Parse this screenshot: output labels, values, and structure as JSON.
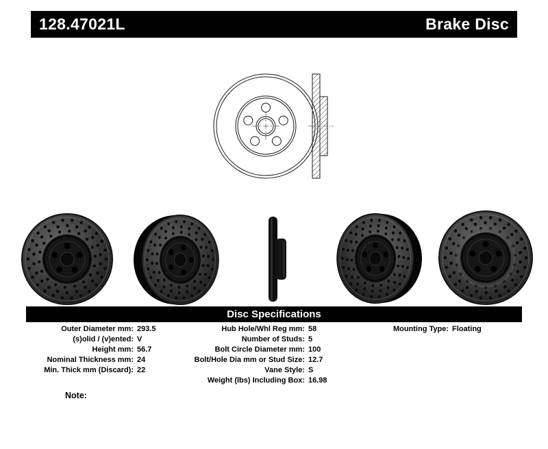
{
  "header": {
    "part_number": "128.47021L",
    "product_type": "Brake Disc"
  },
  "spec_section": {
    "title": "Disc Specifications"
  },
  "specs": {
    "left": [
      {
        "label": "Outer Diameter mm:",
        "value": "293.5"
      },
      {
        "label": "(s)olid / (v)ented:",
        "value": "V"
      },
      {
        "label": "Height mm:",
        "value": "56.7"
      },
      {
        "label": "Nominal Thickness mm:",
        "value": "24"
      },
      {
        "label": "Min. Thick mm (Discard):",
        "value": "22"
      }
    ],
    "middle": [
      {
        "label": "Hub Hole/Whl Reg mm:",
        "value": "58"
      },
      {
        "label": "Number of Studs:",
        "value": "5"
      },
      {
        "label": "Bolt Circle Diameter mm:",
        "value": "100"
      },
      {
        "label": "Bolt/Hole Dia mm or Stud Size:",
        "value": "12.7"
      },
      {
        "label": "Vane Style:",
        "value": "S"
      },
      {
        "label": "Weight (lbs) Including Box:",
        "value": "16.98"
      }
    ],
    "right": [
      {
        "label": "Mounting Type:",
        "value": "Floating"
      }
    ]
  },
  "note": {
    "label": "Note:"
  },
  "colors": {
    "bar_background": "#000000",
    "bar_text": "#ffffff",
    "disc_dark": "#161616"
  }
}
